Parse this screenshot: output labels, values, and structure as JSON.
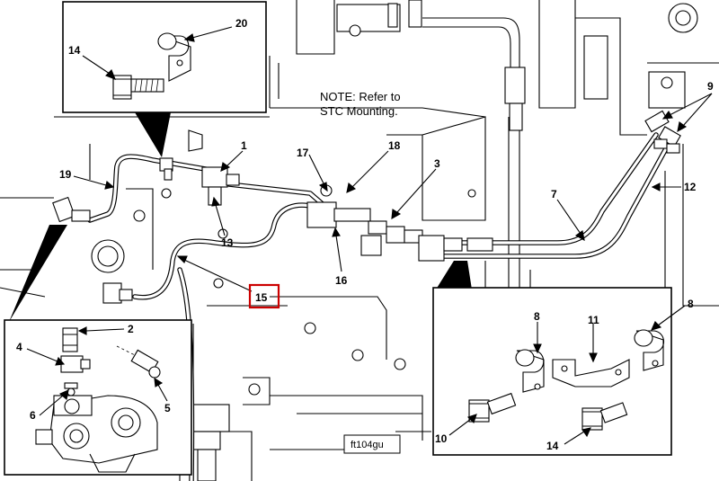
{
  "note": {
    "line1": "NOTE: Refer to",
    "line2": "STC Mounting."
  },
  "figure_id": "ft104gu",
  "highlight_color": "#cc0000",
  "callouts": {
    "c1": "1",
    "c2": "2",
    "c3": "3",
    "c4": "4",
    "c5": "5",
    "c6": "6",
    "c7": "7",
    "c8a": "8",
    "c8b": "8",
    "c9": "9",
    "c10": "10",
    "c11": "11",
    "c12": "12",
    "c13": "13",
    "c14a": "14",
    "c14b": "14",
    "c15": "15",
    "c16": "16",
    "c17": "17",
    "c18": "18",
    "c19": "19",
    "c20": "20"
  }
}
